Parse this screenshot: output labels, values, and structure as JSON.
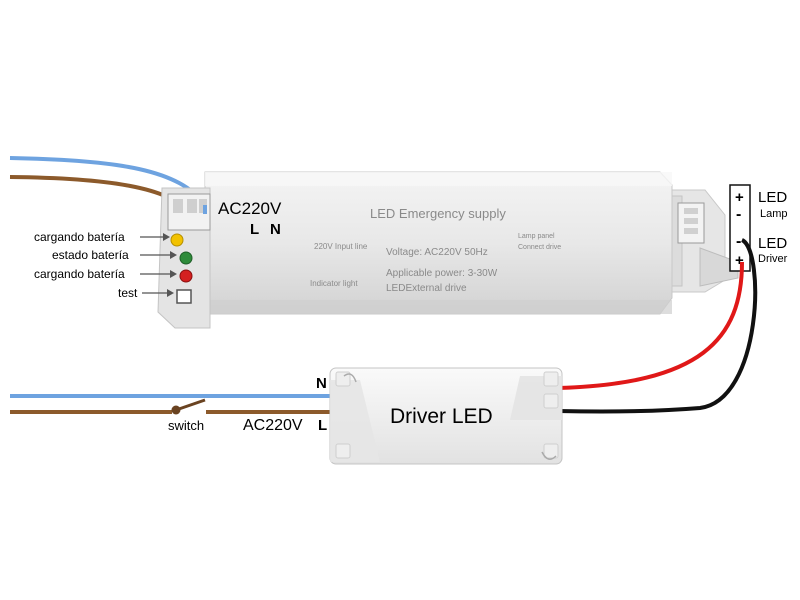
{
  "emergency_unit": {
    "title": "LED Emergency supply",
    "input_label": "220V Input line",
    "indicator_label": "Indicator light",
    "voltage_text": "Voltage: AC220V 50Hz",
    "power_text": "Applicable power:  3-30W",
    "external_text": "LEDExternal drive",
    "lamp_panel_text": "Lamp panel",
    "connect_drive_text": "Connect drive"
  },
  "terminals": {
    "ac_label": "AC220V",
    "live": "L",
    "neutral": "N"
  },
  "indicators": [
    {
      "label": "cargando batería",
      "color": "#f2c200"
    },
    {
      "label": "estado batería",
      "color": "#2e8b3a"
    },
    {
      "label": "cargando batería",
      "color": "#d42020"
    },
    {
      "label": "test",
      "color": "#ffffff"
    }
  ],
  "output": {
    "plus_1": "+",
    "minus_1": "-",
    "minus_2": "-",
    "plus_2": "+",
    "led_lamp_main": "LED",
    "led_lamp_sub": "Lamp",
    "led_driver_main": "LED",
    "led_driver_sub": "Driver"
  },
  "driver": {
    "title": "Driver LED",
    "neutral": "N",
    "live": "L",
    "ac_label": "AC220V",
    "switch_label": "switch"
  },
  "colors": {
    "neutral_wire": "#6ea3e0",
    "live_wire": "#8c5a2b",
    "positive_wire": "#e01818",
    "negative_wire": "#111111",
    "accent_red": "#e01818"
  }
}
